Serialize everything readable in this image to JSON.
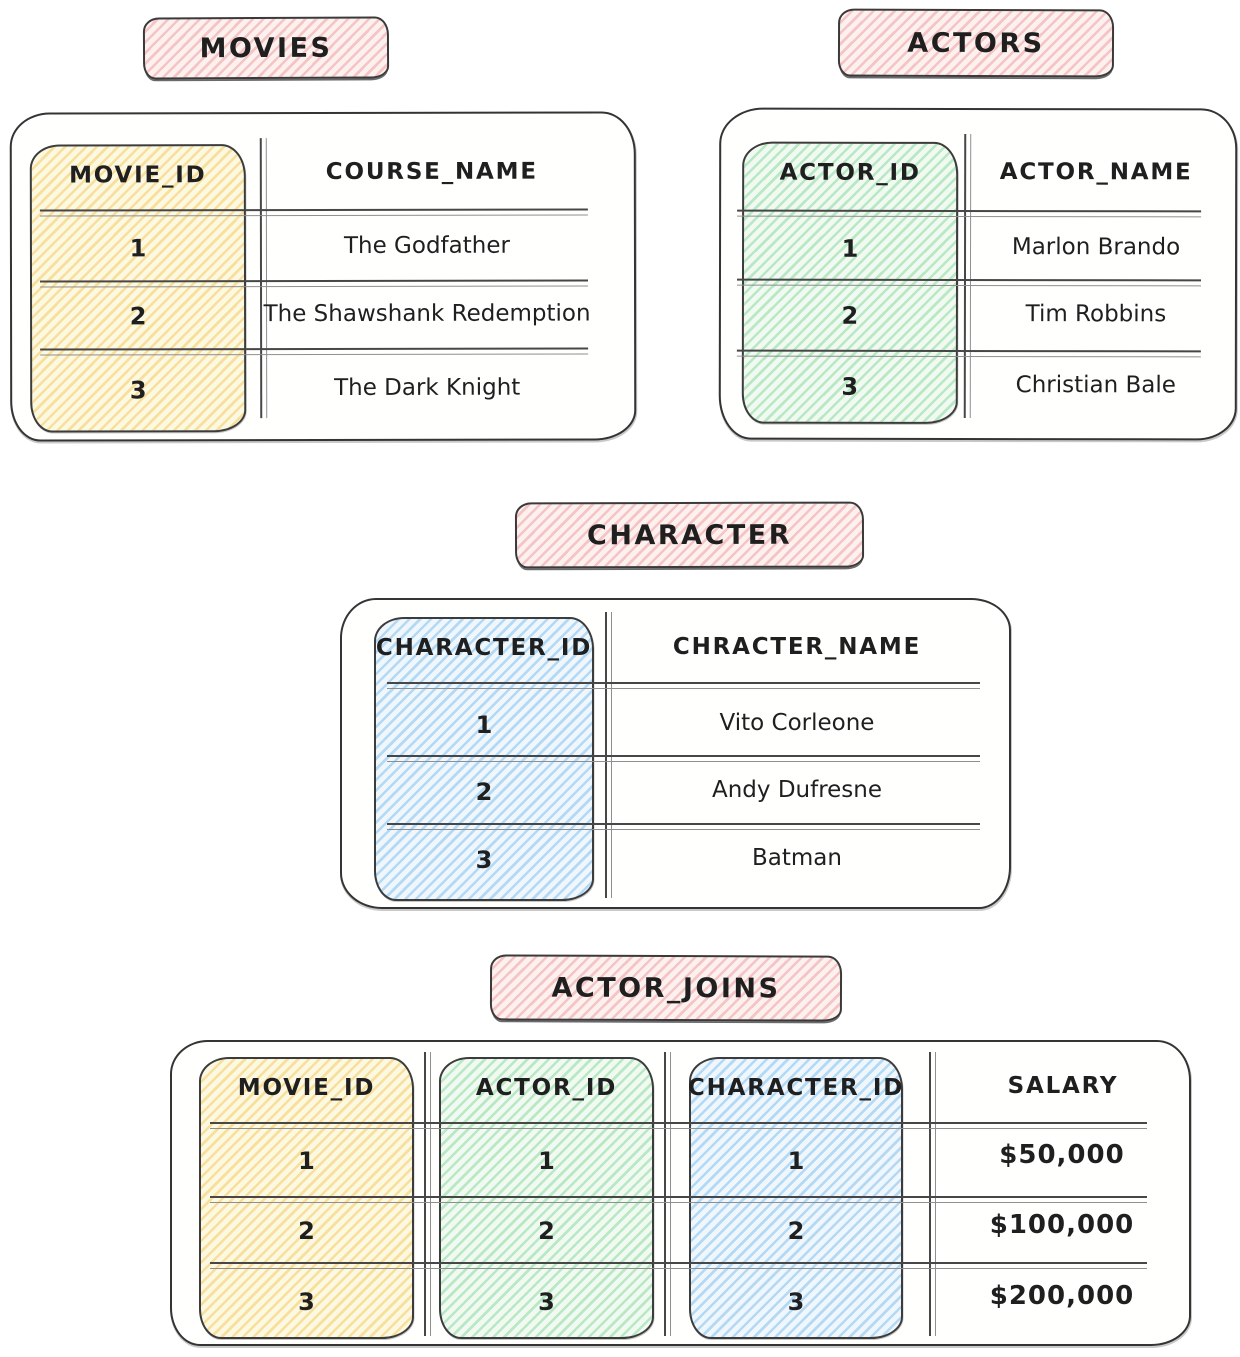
{
  "diagram": {
    "type": "database-schema-sketch",
    "tables": {
      "movies": {
        "title": "MOVIES",
        "id_column": {
          "header": "MOVIE_ID",
          "values": [
            "1",
            "2",
            "3"
          ]
        },
        "name_column": {
          "header": "COURSE_NAME",
          "values": [
            "The Godfather",
            "The Shawshank Redemption",
            "The Dark Knight"
          ]
        }
      },
      "actors": {
        "title": "ACTORS",
        "id_column": {
          "header": "ACTOR_ID",
          "values": [
            "1",
            "2",
            "3"
          ]
        },
        "name_column": {
          "header": "ACTOR_NAME",
          "values": [
            "Marlon Brando",
            "Tim Robbins",
            "Christian Bale"
          ]
        }
      },
      "character": {
        "title": "CHARACTER",
        "id_column": {
          "header": "CHARACTER_ID",
          "values": [
            "1",
            "2",
            "3"
          ]
        },
        "name_column": {
          "header": "CHRACTER_NAME",
          "values": [
            "Vito Corleone",
            "Andy Dufresne",
            "Batman"
          ]
        }
      },
      "actor_joins": {
        "title": "ACTOR_JOINS",
        "movie_id_column": {
          "header": "MOVIE_ID",
          "values": [
            "1",
            "2",
            "3"
          ]
        },
        "actor_id_column": {
          "header": "ACTOR_ID",
          "values": [
            "1",
            "2",
            "3"
          ]
        },
        "character_id_column": {
          "header": "CHARACTER_ID",
          "values": [
            "1",
            "2",
            "3"
          ]
        },
        "salary_column": {
          "header": "SALARY",
          "values": [
            "$50,000",
            "$100,000",
            "$200,000"
          ]
        }
      }
    },
    "colors": {
      "badge_pink": "#ffc9c9",
      "movie_id_yellow": "#ffec99",
      "actor_id_green": "#b2f2bb",
      "character_id_blue": "#a5d8ff",
      "stroke": "#1e1e1e",
      "background": "#ffffff"
    }
  }
}
